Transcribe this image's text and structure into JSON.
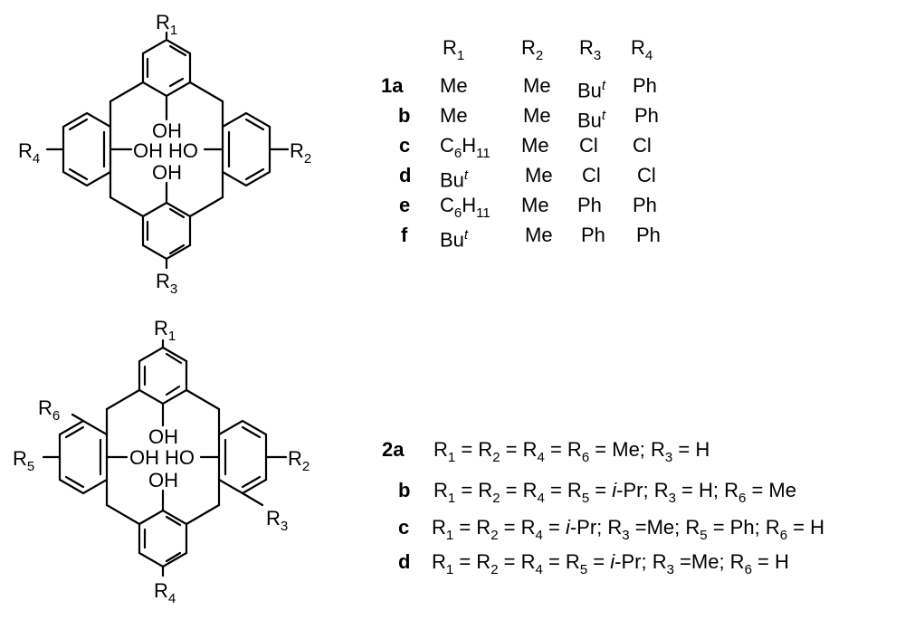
{
  "structure1": {
    "r1": "R",
    "r1_sub": "1",
    "r2": "R",
    "r2_sub": "2",
    "r3": "R",
    "r3_sub": "3",
    "r4": "R",
    "r4_sub": "4",
    "oh_top": "OH",
    "oh_left": "OH",
    "ho_right": "HO",
    "oh_bottom": "OH"
  },
  "table1": {
    "headers": [
      {
        "base": "R",
        "sub": "1"
      },
      {
        "base": "R",
        "sub": "2"
      },
      {
        "base": "R",
        "sub": "3"
      },
      {
        "base": "R",
        "sub": "4"
      }
    ],
    "rows": [
      {
        "label": "1a",
        "r1": "Me",
        "r2": "Me",
        "r3": "Bu",
        "r3_sup": "t",
        "r4": "Ph"
      },
      {
        "label": "b",
        "r1": "Me",
        "r2": "Me",
        "r3": "Bu",
        "r3_sup": "t",
        "r4": "Ph"
      },
      {
        "label": "c",
        "r1": "C",
        "r1_sub": "6",
        "r1_mid": "H",
        "r1_sub2": "11",
        "r2": "Me",
        "r3": "Cl",
        "r4": "Cl"
      },
      {
        "label": "d",
        "r1": "Bu",
        "r1_sup": "t",
        "r2": "Me",
        "r3": "Cl",
        "r4": "Cl"
      },
      {
        "label": "e",
        "r1": "C",
        "r1_sub": "6",
        "r1_mid": "H",
        "r1_sub2": "11",
        "r2": "Me",
        "r3": "Ph",
        "r4": "Ph"
      },
      {
        "label": "f",
        "r1": "Bu",
        "r1_sup": "t",
        "r2": "Me",
        "r3": "Ph",
        "r4": "Ph"
      }
    ]
  },
  "structure2": {
    "r1": "R",
    "r1_sub": "1",
    "r2": "R",
    "r2_sub": "2",
    "r3": "R",
    "r3_sub": "3",
    "r4": "R",
    "r4_sub": "4",
    "r5": "R",
    "r5_sub": "5",
    "r6": "R",
    "r6_sub": "6",
    "oh_top": "OH",
    "oh_left": "OH",
    "ho_right": "HO",
    "oh_bottom": "OH"
  },
  "list2": [
    {
      "label": "2a",
      "text": "R1 = R2 = R4 = R6 = Me; R3 = H"
    },
    {
      "label": "b",
      "text": "R1 = R2 = R4 = R5 = i-Pr; R3 = H; R6 = Me"
    },
    {
      "label": "c",
      "text": "R1 = R2 = R4 = i-Pr; R3 =Me; R5 = Ph; R6 = H"
    },
    {
      "label": "d",
      "text": "R1 = R2 = R4 = R5 = i-Pr; R3 =Me;  R6 = H"
    }
  ]
}
